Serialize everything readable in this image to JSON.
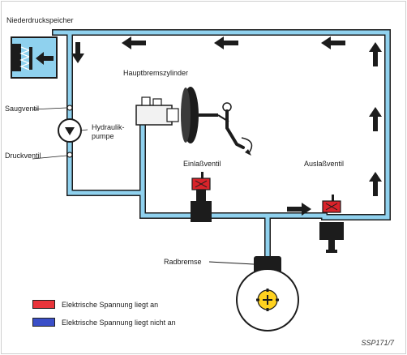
{
  "labels": {
    "niederdruckspeicher": "Niederdruckspeicher",
    "hauptbremszylinder": "Hauptbremszylinder",
    "saugventil": "Saugventil",
    "hydraulikpumpe_line1": "Hydraulik-",
    "hydraulikpumpe_line2": "pumpe",
    "druckventil": "Druckventil",
    "einlassventil": "Einlaßventil",
    "auslassventil": "Auslaßventil",
    "radbremse": "Radbremse"
  },
  "legend": [
    {
      "label": "Elektrische Spannung liegt an",
      "color": "#e8343a"
    },
    {
      "label": "Elektrische Spannung liegt nicht an",
      "color": "#3a4fc8"
    }
  ],
  "code": "SSP171/7",
  "colors": {
    "fluid": "#8fd1ee",
    "fluid_outline": "#1c1c1c",
    "valve_active": "#d9232a",
    "arrow": "#1c1c1c"
  }
}
